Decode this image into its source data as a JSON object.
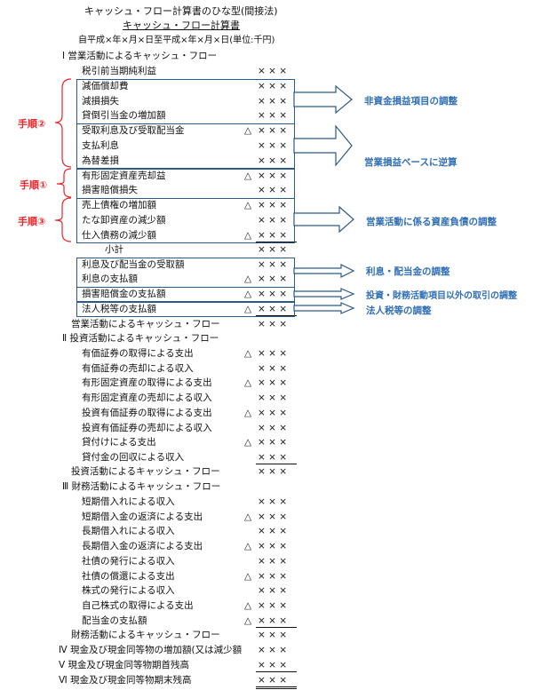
{
  "title": "キャッシュ・フロー計算書のひな型(間接法)",
  "subtitle": "キャッシュ・フロー計算書",
  "period": "自平成×年×月×日至平成×年×月×日(単位:千円)",
  "value_mark": "× × ×",
  "triangle": "△",
  "sections": {
    "s1": "Ⅰ 営業活動によるキャッシュ・フロー",
    "s1_total": "営業活動によるキャッシュ・フロー",
    "s2": "Ⅱ 投資活動によるキャッシュ・フロー",
    "s2_total": "投資活動によるキャッシュ・フロー",
    "s3": "Ⅲ 財務活動によるキャッシュ・フロー",
    "s3_total": "財務活動によるキャッシュ・フロー",
    "s4": "Ⅳ 現金及び現金同等物の増加額(又は減少額",
    "s5": "Ⅴ 現金及び現金同等物期首残高",
    "s6": "Ⅵ 現金及び現金同等物期末残高"
  },
  "operating": [
    "税引前当期純利益",
    "減価償却費",
    "減損損失",
    "貸倒引当金の増加額",
    "受取利息及び受取配当金",
    "支払利息",
    "為替差損",
    "有形固定資産売却益",
    "損害賠償損失",
    "売上債権の増加額",
    "たな卸資産の減少額",
    "仕入債務の減少額",
    "小計",
    "利息及び配当金の受取額",
    "利息の支払額",
    "損害賠償金の支払額",
    "法人税等の支払額"
  ],
  "investing": [
    "有価証券の取得による支出",
    "有価証券の売却による収入",
    "有形固定資産の取得による支出",
    "有形固定資産の売却による収入",
    "投資有価証券の取得による支出",
    "投資有価証券の売却による収入",
    "貸付けによる支出",
    "貸付金の回収による収入"
  ],
  "financing": [
    "短期借入れによる収入",
    "短期借入金の返済による支出",
    "長期借入れによる収入",
    "長期借入金の返済による支出",
    "社債の発行による収入",
    "社債の償還による支出",
    "株式の発行による収入",
    "自己株式の取得による支出",
    "配当金の支払額"
  ],
  "steps": {
    "step2": "手順②",
    "step1": "手順①",
    "step3": "手順③"
  },
  "notes": {
    "n1": "非資金損益項目の調整",
    "n2": "営業損益ベースに逆算",
    "n3": "営業活動に係る資産負債の調整",
    "n4": "利息・配当金の調整",
    "n5": "投資・財務活動項目以外の取引の調整",
    "n6": "法人税等の調整"
  },
  "colors": {
    "step_red": "#e8262a",
    "note_blue": "#2f6eb5",
    "box_blue": "#2b5a8a"
  }
}
